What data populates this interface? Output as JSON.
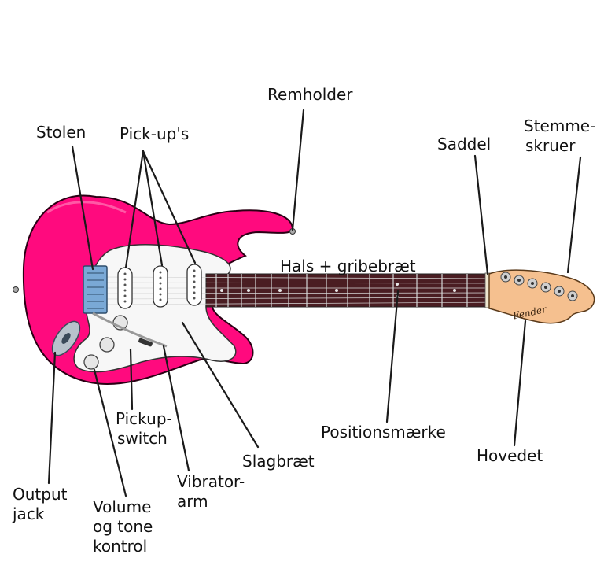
{
  "labels": {
    "remholder": "Remholder",
    "stolen": "Stolen",
    "pickups": "Pick-up's",
    "saddel": "Saddel",
    "stemmeskruer_1": "Stemme-",
    "stemmeskruer_2": "skruer",
    "hals": "Hals + gribebræt",
    "positionsmaerke": "Positionsmærke",
    "hovedet": "Hovedet",
    "pickupswitch_1": "Pickup-",
    "pickupswitch_2": "switch",
    "slagbraet": "Slagbræt",
    "vibratorarm_1": "Vibrator-",
    "vibratorarm_2": "arm",
    "output_1": "Output",
    "output_2": "jack",
    "volume_1": "Volume",
    "volume_2": "og tone",
    "volume_3": "kontrol"
  },
  "headstock_logo": "Fender",
  "colors": {
    "body": "#ff0a7e",
    "body_outline": "#2a0014",
    "pickguard": "#f7f7f7",
    "fretboard": "#4a1d22",
    "headstock": "#f5c08f",
    "bridge": "#7aa9d6",
    "leader": "#1a1a1a"
  }
}
